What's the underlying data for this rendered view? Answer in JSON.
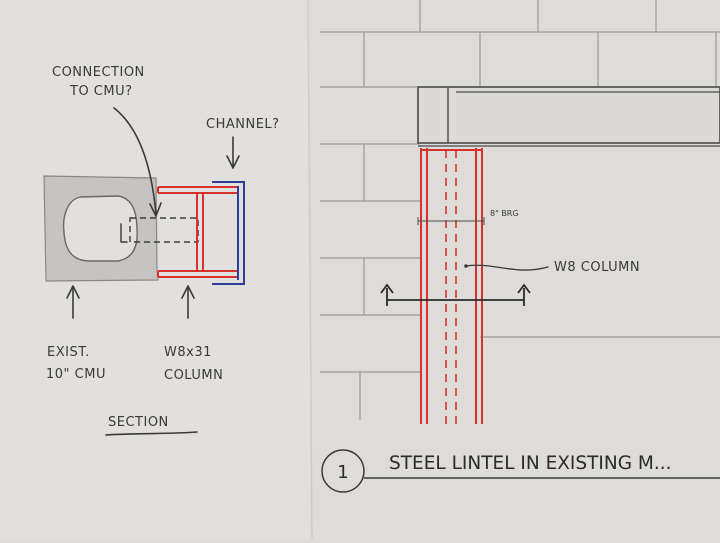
{
  "section_sketch": {
    "connection_label_line1": "CONNECTION",
    "connection_label_line2": "TO CMU?",
    "channel_label": "CHANNEL?",
    "existing_label_line1": "EXIST.",
    "existing_label_line2": "10\" CMU",
    "column_label_line1": "W8x31",
    "column_label_line2": "COLUMN",
    "section_title": "SECTION"
  },
  "elevation": {
    "bearing_note": "8\" BRG",
    "column_note": "W8 COLUMN"
  },
  "title_block": {
    "number": "1",
    "title": "STEEL LINTEL IN EXISTING M..."
  },
  "colors": {
    "paper": "#dedcd8",
    "pencil": "#3a3a3a",
    "red_pencil": "#d8312d",
    "blue_pencil": "#2c3f9a",
    "cmu_fill": "#c8c6c2"
  }
}
